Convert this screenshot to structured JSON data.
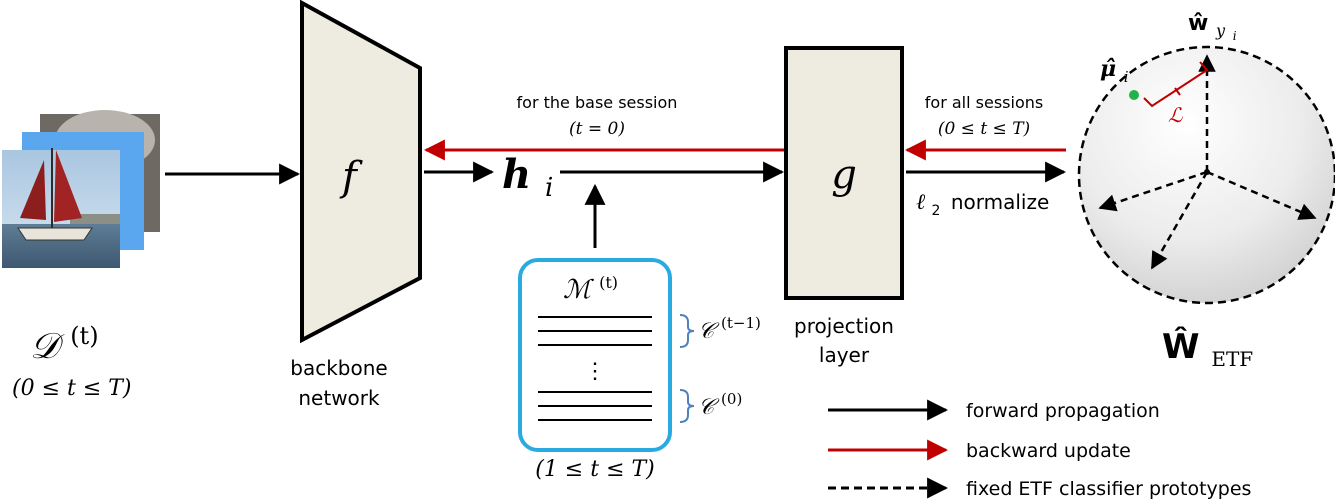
{
  "dataset": {
    "symbol": "𝒟",
    "superscript": "(t)",
    "range": "(0 ≤ t ≤ T)"
  },
  "backbone": {
    "symbol": "f",
    "label_line1": "backbone",
    "label_line2": "network"
  },
  "feature": {
    "symbol": "h",
    "subscript": "i"
  },
  "memory": {
    "symbol": "ℳ",
    "superscript": "(t)",
    "ellipsis": "⋮",
    "top_group_symbol": "𝒞",
    "top_group_superscript": "(t−1)",
    "bottom_group_symbol": "𝒞",
    "bottom_group_superscript": "(0)",
    "range": "(1 ≤ t ≤ T)"
  },
  "projection": {
    "symbol": "g",
    "label_line1": "projection",
    "label_line2": "layer"
  },
  "base_session": {
    "line1": "for the base session",
    "line2": "(t = 0)"
  },
  "all_sessions": {
    "line1": "for all sessions",
    "line2": "(0 ≤ t ≤ T)"
  },
  "normalize": {
    "symbol": "ℓ",
    "subscript": "2",
    "text": "normalize"
  },
  "etf": {
    "w_hat": "ŵ",
    "w_sub": "y",
    "w_subsub": "i",
    "mu_hat": "μ̂",
    "mu_sub": "i",
    "loss": "ℒ",
    "matrix": "Ŵ",
    "matrix_sub": "ETF"
  },
  "legend": {
    "forward": "forward propagation",
    "backward": "backward update",
    "fixed": "fixed ETF classifier prototypes"
  },
  "colors": {
    "forward": "#000000",
    "backward": "#c00000",
    "memory_border": "#29abe2",
    "block_fill": "#eeebe0",
    "point": "#22b14c",
    "brace": "#4f81bd"
  }
}
